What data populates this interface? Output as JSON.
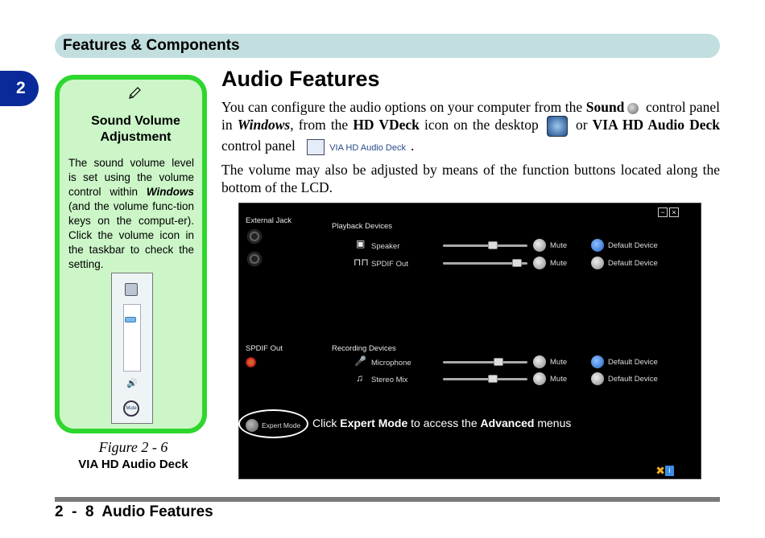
{
  "header": {
    "title": "Features & Components"
  },
  "chapter_tab": {
    "number": "2"
  },
  "note": {
    "title": "Sound Volume Adjustment",
    "text_a": "The sound volume level is set using the volume control within ",
    "text_windows": "Windows",
    "text_b": " (and the volume func-tion keys on the comput-er). Click the volume icon in the taskbar to check the setting."
  },
  "mini_volume": {
    "mute_label": "Mute"
  },
  "figure": {
    "caption": "Figure 2 - 6",
    "title": "VIA HD Audio Deck"
  },
  "main": {
    "heading": "Audio Features",
    "p1": {
      "a": "You can configure the audio options on your computer from the ",
      "sound": "Sound",
      "b": " control panel in ",
      "windows": "Windows",
      "c": ", from the ",
      "hdvdeck": "HD VDeck",
      "d": " icon on the desktop ",
      "e": " or ",
      "viadeck": "VIA HD Audio Deck",
      "f": " control panel ",
      "via_label": "VIA HD Audio Deck",
      "g": "."
    },
    "p2": "The volume may also be adjusted by means of the function buttons located along the bottom of the LCD."
  },
  "screenshot": {
    "external_jack": "External Jack",
    "spdif_out_section": "SPDIF Out",
    "playback_devices": "Playback Devices",
    "recording_devices": "Recording Devices",
    "minimize": "−",
    "close": "×",
    "playback": [
      {
        "name": "Speaker",
        "volume": 0.6,
        "mute": "Mute",
        "default": "Default Device",
        "default_active": true
      },
      {
        "name": "SPDIF Out",
        "volume": 0.92,
        "mute": "Mute",
        "default": "Default Device",
        "default_active": false
      }
    ],
    "recording": [
      {
        "name": "Microphone",
        "volume": 0.68,
        "mute": "Mute",
        "default": "Default Device",
        "default_active": true
      },
      {
        "name": "Stereo Mix",
        "volume": 0.6,
        "mute": "Mute",
        "default": "Default Device",
        "default_active": false
      }
    ],
    "expert_mode": "Expert Mode",
    "info": "i"
  },
  "callout": {
    "a": "Click ",
    "expert": "Expert Mode",
    "b": " to access the ",
    "advanced": "Advanced",
    "c": " menus"
  },
  "footer": {
    "text": "2  -  8  Audio Features"
  }
}
